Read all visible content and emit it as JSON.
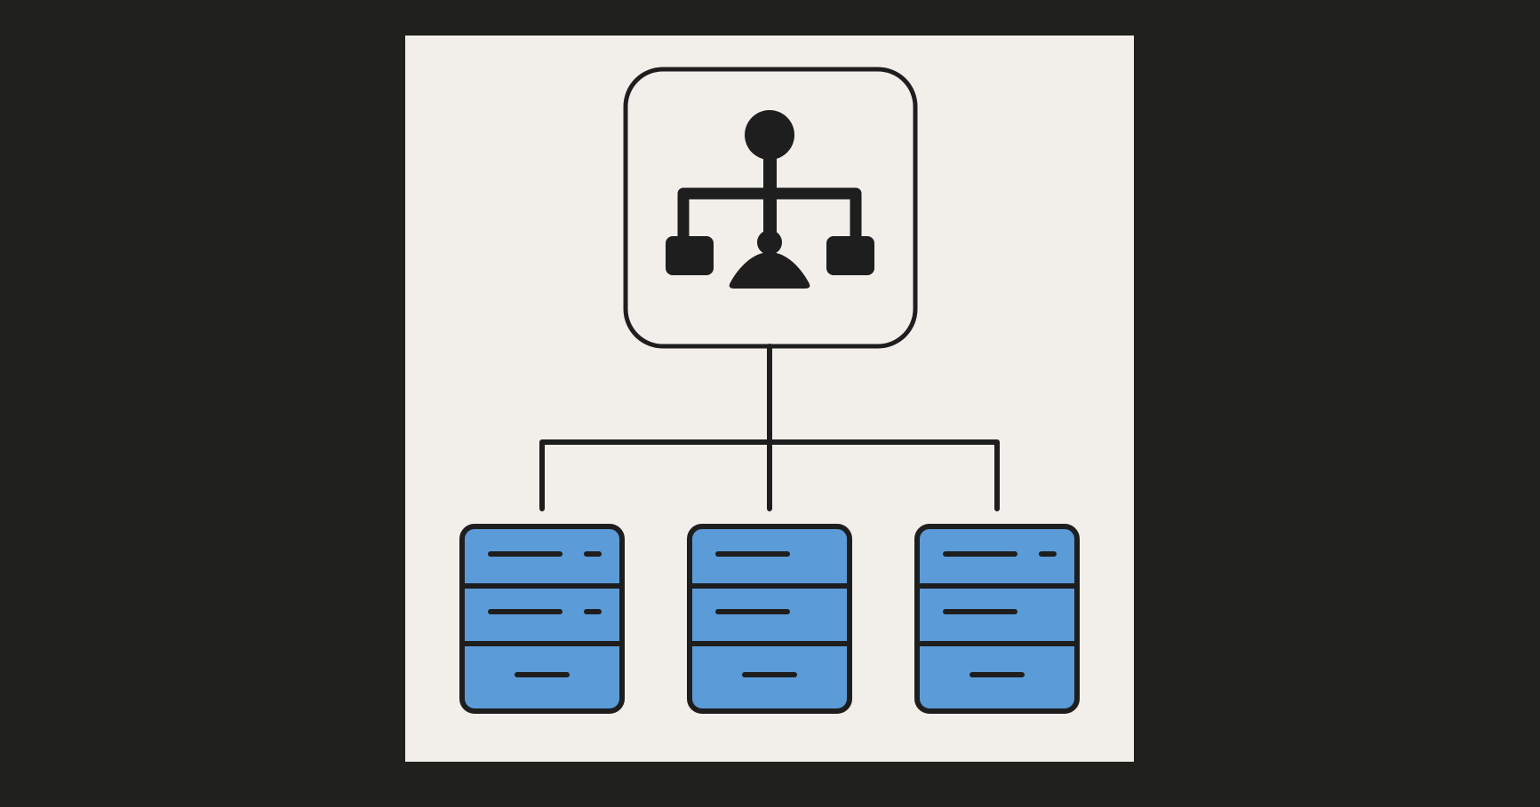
{
  "diagram": {
    "root": {
      "name": "hierarchy-node",
      "icon": "org-chart-icon"
    },
    "children": [
      {
        "name": "server-left",
        "icon": "server-rack-icon",
        "units": 3
      },
      {
        "name": "server-center",
        "icon": "server-rack-icon",
        "units": 3
      },
      {
        "name": "server-right",
        "icon": "server-rack-icon",
        "units": 3
      }
    ]
  },
  "colors": {
    "page_background": "#20201c",
    "panel_background": "#f2efeb",
    "stroke": "#1e1e1e",
    "server_fill": "#5b9bd8"
  }
}
